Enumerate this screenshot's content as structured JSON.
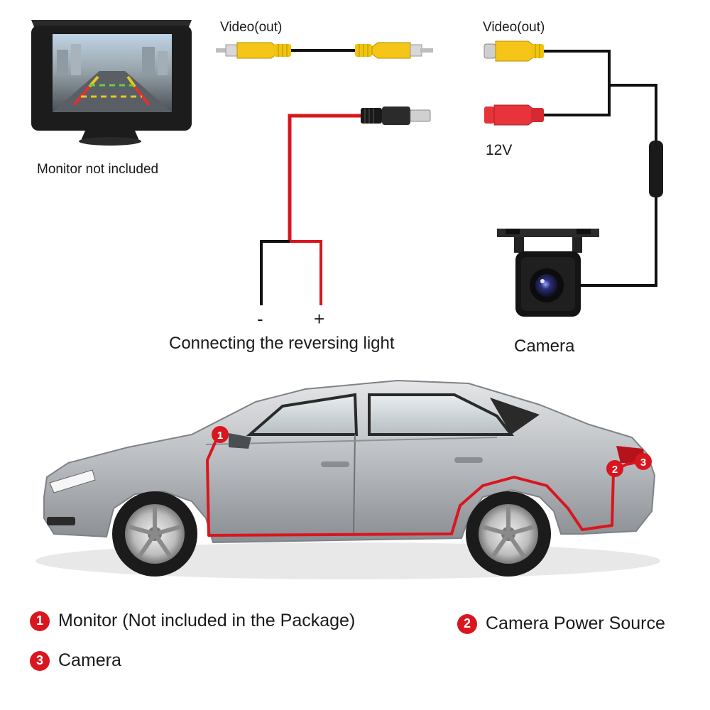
{
  "top": {
    "monitor_note": "Monitor not included",
    "video_cable_label": "Video(out)",
    "camera_video_label": "Video(out)",
    "camera_power_label": "12V",
    "reverse_minus": "-",
    "reverse_plus": "+",
    "reverse_caption": "Connecting the reversing light",
    "camera_caption": "Camera"
  },
  "car_markers": [
    "1",
    "2",
    "3"
  ],
  "legend": [
    {
      "num": "1",
      "text": "Monitor (Not included in the Package)"
    },
    {
      "num": "2",
      "text": "Camera Power Source"
    },
    {
      "num": "3",
      "text": "Camera"
    }
  ],
  "colors": {
    "wire_red": "#d9161e",
    "rca_yellow": "#f5c518",
    "power_red": "#e8333a",
    "car_silver": "#b9bcc0"
  },
  "icons": [
    "monitor-icon",
    "rca-cable-icon",
    "dc-power-plug-icon",
    "camera-icon",
    "car-illustration"
  ]
}
